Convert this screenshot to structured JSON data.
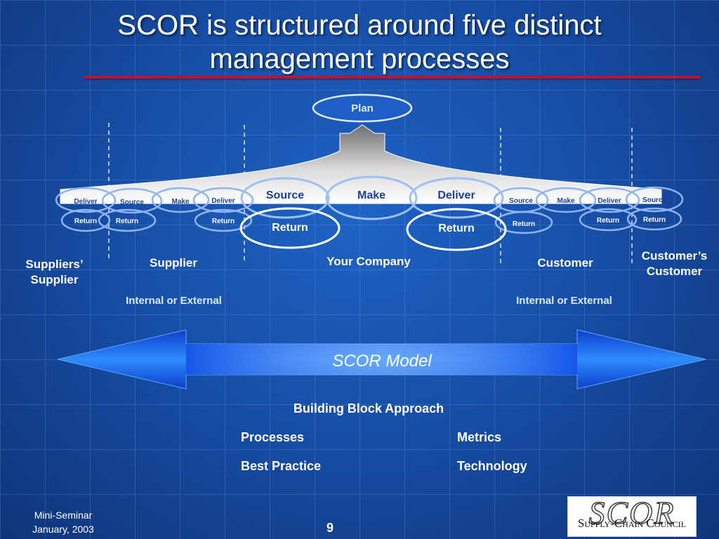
{
  "slide": {
    "title_line1": "SCOR is structured around five distinct",
    "title_line2": "management processes",
    "page_number": "9",
    "footer_line1": "Mini-Seminar",
    "footer_line2": "January, 2003",
    "logo_word": "SCOR",
    "logo_sub": "Supply-Chain Council"
  },
  "diagram": {
    "plan": "Plan",
    "company": {
      "source": "Source",
      "make": "Make",
      "deliver": "Deliver",
      "return_left": "Return",
      "return_right": "Return"
    },
    "small_processes": {
      "suppliers_deliver": "Deliver",
      "suppliers_return": "Return",
      "supplier_source": "Source",
      "supplier_source_return": "Return",
      "supplier_make": "Make",
      "supplier_deliver": "Deliver",
      "supplier_deliver_return": "Return",
      "customer_source": "Source",
      "customer_source_return": "Return",
      "customer_make": "Make",
      "customer_deliver": "Deliver",
      "customer_deliver_return": "Return",
      "customers_source": "Source",
      "customers_return": "Return"
    },
    "parties": {
      "suppliers_supplier_l1": "Suppliers’",
      "suppliers_supplier_l2": "Supplier",
      "supplier": "Supplier",
      "your_company": "Your Company",
      "customer": "Customer",
      "customers_customer_l1": "Customer’s",
      "customers_customer_l2": "Customer"
    },
    "internal_external_left": "Internal or External",
    "internal_external_right": "Internal or External",
    "arrow_label": "SCOR Model"
  },
  "building_block": {
    "heading": "Building Block Approach",
    "items": [
      "Processes",
      "Metrics",
      "Best Practice",
      "Technology"
    ]
  },
  "colors": {
    "accent_red": "#c8102e",
    "ellipse_stroke": "#8fb4f0",
    "arrow_blue": "#1a5fe0"
  }
}
